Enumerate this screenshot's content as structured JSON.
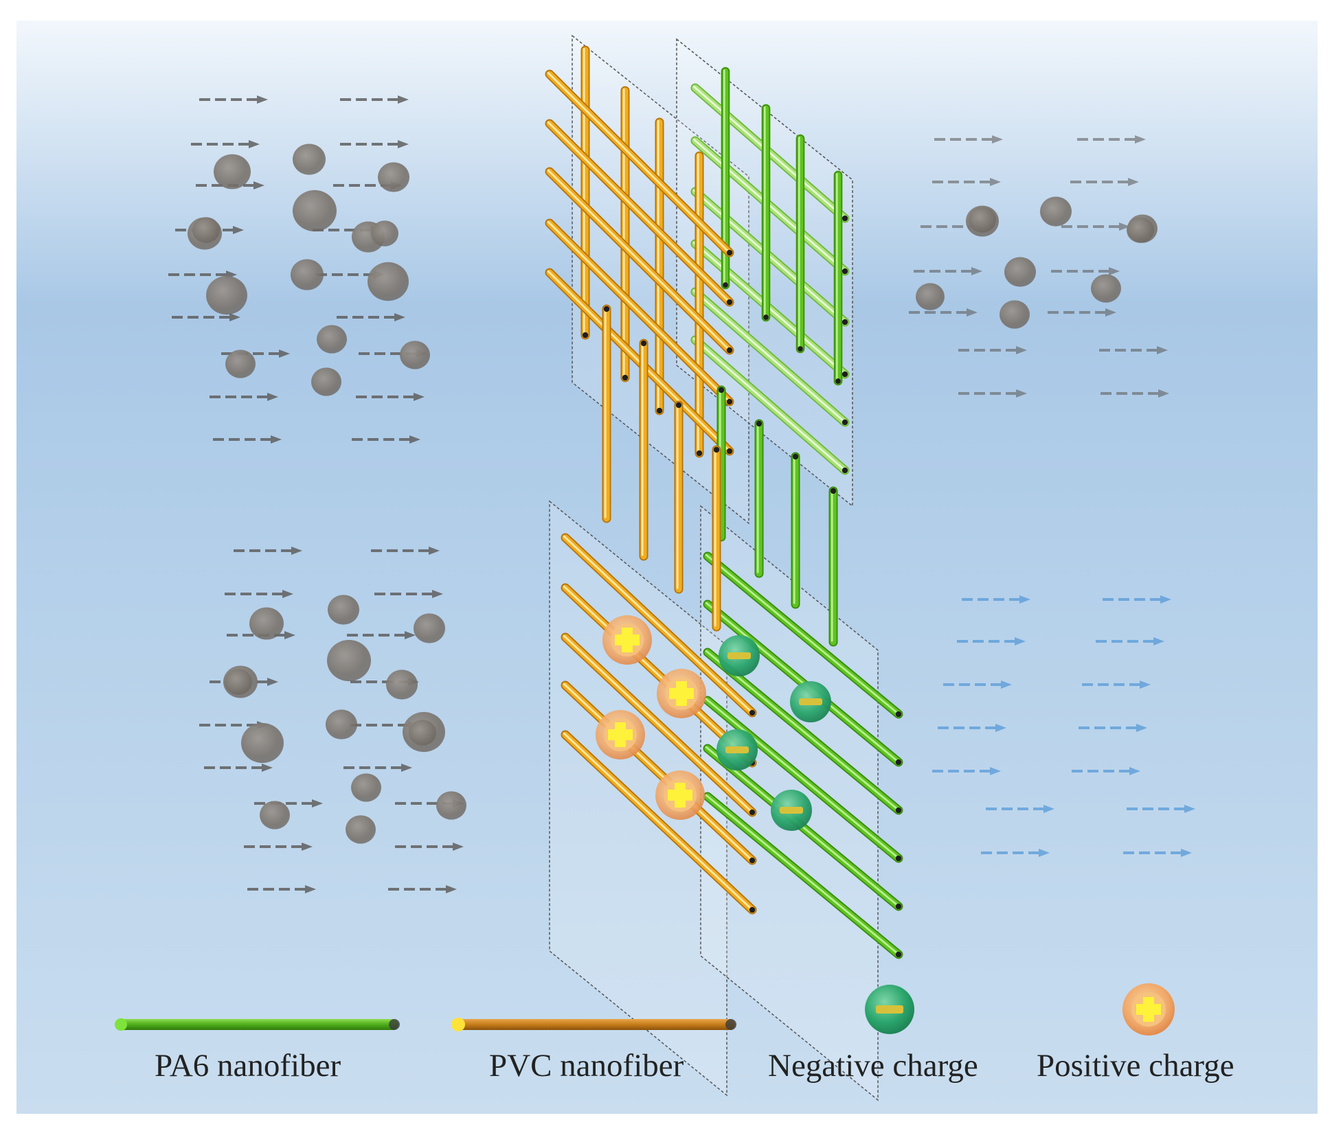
{
  "colors": {
    "pa6_fiber": "#5ec322",
    "pa6_fiber_light": "#a9e27a",
    "pvc_fiber": "#f0ac1e",
    "particle": "#7d7771",
    "arrow_gray": "#606060",
    "arrow_blue": "#4a92d6",
    "negative_charge": "#2aa56c",
    "positive_charge": "#e28a4f"
  },
  "legend": [
    {
      "id": "pa6",
      "label": "PA6 nanofiber",
      "symbol": "green-fiber-icon"
    },
    {
      "id": "pvc",
      "label": "PVC nanofiber",
      "symbol": "orange-fiber-icon"
    },
    {
      "id": "neg",
      "label": "Negative charge",
      "symbol": "negative-charge-icon"
    },
    {
      "id": "pos",
      "label": "Positive charge",
      "symbol": "positive-charge-icon"
    }
  ],
  "panels": [
    {
      "id": "uncharged",
      "charged": false,
      "upstream_particles": 15,
      "downstream_particles": 9,
      "downstream_arrow_color": "gray"
    },
    {
      "id": "charged",
      "charged": true,
      "upstream_particles": 15,
      "downstream_particles": 0,
      "downstream_arrow_color": "blue",
      "positive_charges": 4,
      "negative_charges": 4
    }
  ]
}
